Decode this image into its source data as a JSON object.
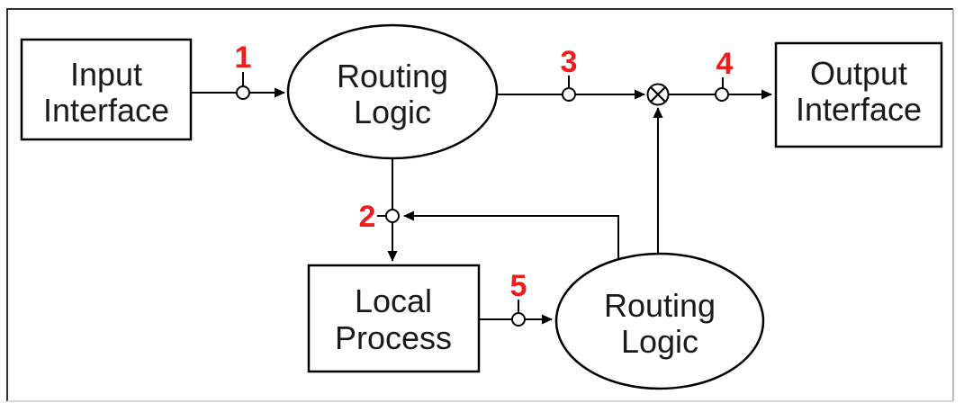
{
  "diagram": {
    "kind": "routing-flow-diagram",
    "colors": {
      "marker_red": "#ee1c1c",
      "line_black": "#000000",
      "node_fill": "#ffffff",
      "label_text": "#1a1a1a"
    },
    "nodes": [
      {
        "id": "input-interface",
        "shape": "rectangle",
        "line1": "Input",
        "line2": "Interface"
      },
      {
        "id": "routing-logic-top",
        "shape": "ellipse",
        "line1": "Routing",
        "line2": "Logic"
      },
      {
        "id": "output-interface",
        "shape": "rectangle",
        "line1": "Output",
        "line2": "Interface"
      },
      {
        "id": "local-process",
        "shape": "rectangle",
        "line1": "Local",
        "line2": "Process"
      },
      {
        "id": "routing-logic-bottom",
        "shape": "ellipse",
        "line1": "Routing",
        "line2": "Logic"
      }
    ],
    "junction": {
      "id": "multiply-junction",
      "symbol": "circled-times"
    },
    "connection_points": [
      {
        "label": "1",
        "on_edge": "input-interface -> routing-logic-top"
      },
      {
        "label": "2",
        "on_edge": "routing-logic-top -> local-process"
      },
      {
        "label": "3",
        "on_edge": "routing-logic-top -> multiply-junction"
      },
      {
        "label": "4",
        "on_edge": "multiply-junction -> output-interface"
      },
      {
        "label": "5",
        "on_edge": "local-process -> routing-logic-bottom"
      }
    ],
    "extra_edges": [
      {
        "from": "routing-logic-bottom",
        "to": "multiply-junction"
      },
      {
        "from": "routing-logic-bottom",
        "to": "point-2"
      }
    ]
  }
}
